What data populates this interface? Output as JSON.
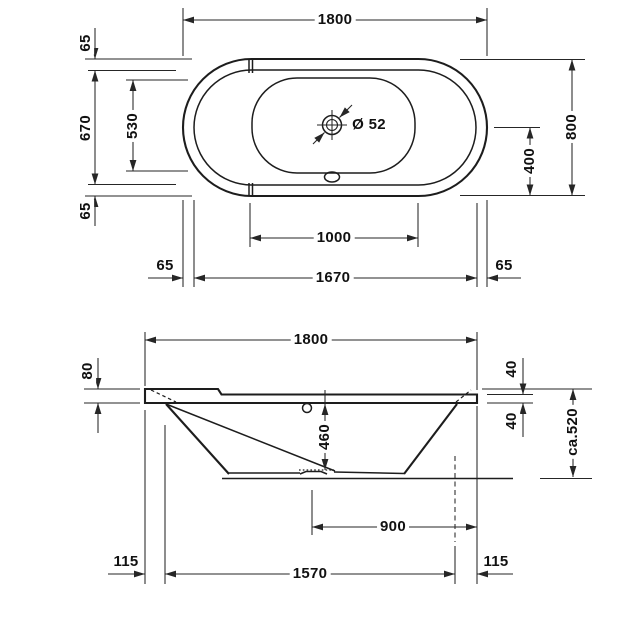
{
  "drawing": {
    "type": "bathtub-dimension-drawing",
    "colors": {
      "line": "#1d1d1d",
      "dimension": "#262626",
      "background": "#ffffff"
    },
    "top_view": {
      "overall_length": "1800",
      "rim_width_top": "65",
      "inner_rim_width": "670",
      "basin_width": "530",
      "rim_width_bottom": "65",
      "overall_width": "800",
      "center_to_edge": "400",
      "drain_diameter": "Ø 52",
      "basin_length": "1000",
      "rim_offset_left": "65",
      "inner_rim_length": "1670",
      "rim_offset_right": "65"
    },
    "side_view": {
      "overall_length": "1800",
      "headrest_rim_height": "80",
      "rim_step": "40",
      "rim_thickness": "40",
      "total_height": "ca.520",
      "interior_depth": "460",
      "drain_to_edge": "900",
      "base_offset_left": "115",
      "base_length": "1570",
      "base_offset_right": "115"
    }
  }
}
